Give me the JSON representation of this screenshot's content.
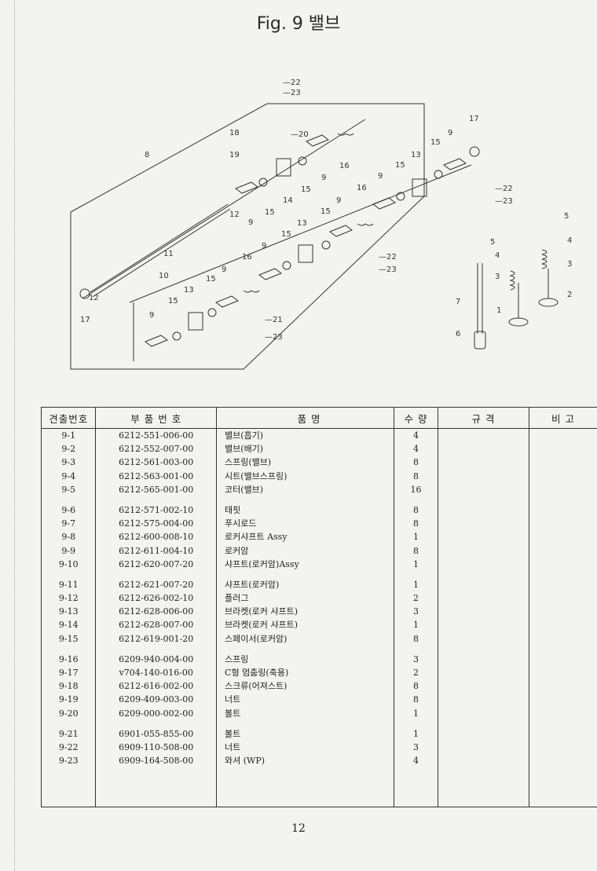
{
  "title": "Fig. 9   밸브",
  "table": {
    "headers": {
      "no": "견출번호",
      "part_no": "부 품 번 호",
      "name": "품          명",
      "qty": "수 량",
      "spec": "규  격",
      "note": "비 고"
    },
    "groups": [
      [
        {
          "no": "9-1",
          "part_no": "6212-551-006-00",
          "name": "밸브(흡기)",
          "qty": "4"
        },
        {
          "no": "9-2",
          "part_no": "6212-552-007-00",
          "name": "밸브(배기)",
          "qty": "4"
        },
        {
          "no": "9-3",
          "part_no": "6212-561-003-00",
          "name": "스프링(밸브)",
          "qty": "8"
        },
        {
          "no": "9-4",
          "part_no": "6212-563-001-00",
          "name": "시트(밸브스프링)",
          "qty": "8"
        },
        {
          "no": "9-5",
          "part_no": "6212-565-001-00",
          "name": "코터(밸브)",
          "qty": "16"
        }
      ],
      [
        {
          "no": "9-6",
          "part_no": "6212-571-002-10",
          "name": "태핏",
          "qty": "8"
        },
        {
          "no": "9-7",
          "part_no": "6212-575-004-00",
          "name": "푸시로드",
          "qty": "8"
        },
        {
          "no": "9-8",
          "part_no": "6212-600-008-10",
          "name": "로커샤프트 Assy",
          "qty": "1"
        },
        {
          "no": "9-9",
          "part_no": "6212-611-004-10",
          "name": "로커암",
          "qty": "8"
        },
        {
          "no": "9-10",
          "part_no": "6212-620-007-20",
          "name": "샤프트(로커암)Assy",
          "qty": "1"
        }
      ],
      [
        {
          "no": "9-11",
          "part_no": "6212-621-007-20",
          "name": "샤프트(로커암)",
          "qty": "1"
        },
        {
          "no": "9-12",
          "part_no": "6212-626-002-10",
          "name": "플러그",
          "qty": "2"
        },
        {
          "no": "9-13",
          "part_no": "6212-628-006-00",
          "name": "브라켓(로커 샤프트)",
          "qty": "3"
        },
        {
          "no": "9-14",
          "part_no": "6212-628-007-00",
          "name": "브라켓(로커 샤프트)",
          "qty": "1"
        },
        {
          "no": "9-15",
          "part_no": "6212-619-001-20",
          "name": "스페이서(로커암)",
          "qty": "8"
        }
      ],
      [
        {
          "no": "9-16",
          "part_no": "6209-940-004-00",
          "name": "스프링",
          "qty": "3"
        },
        {
          "no": "9-17",
          "part_no": "v704-140-016-00",
          "name": "C형 멈춤링(축용)",
          "qty": "2"
        },
        {
          "no": "9-18",
          "part_no": "6212-616-002-00",
          "name": "스크류(어져스트)",
          "qty": "8"
        },
        {
          "no": "9-19",
          "part_no": "6209-409-003-00",
          "name": "너트",
          "qty": "8"
        },
        {
          "no": "9-20",
          "part_no": "6209-000-002-00",
          "name": "볼트",
          "qty": "1"
        }
      ],
      [
        {
          "no": "9-21",
          "part_no": "6901-055-855-00",
          "name": "볼트",
          "qty": "1"
        },
        {
          "no": "9-22",
          "part_no": "6909-110-508-00",
          "name": "너트",
          "qty": "3"
        },
        {
          "no": "9-23",
          "part_no": "6909-164-508-00",
          "name": "와셔 (WP)",
          "qty": "4"
        }
      ]
    ]
  },
  "diagram": {
    "callouts": [
      "1",
      "2",
      "3",
      "4",
      "5",
      "6",
      "7",
      "8",
      "9",
      "10",
      "11",
      "12",
      "13",
      "14",
      "15",
      "16",
      "17",
      "18",
      "19",
      "20",
      "21",
      "22",
      "23"
    ]
  },
  "page_number": "12"
}
